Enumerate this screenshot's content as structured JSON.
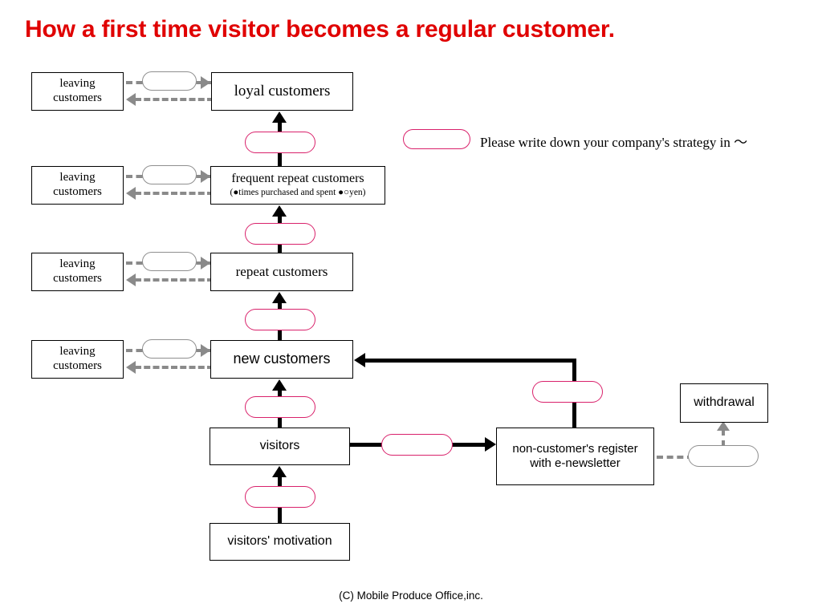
{
  "slide": {
    "title": "How a first time visitor becomes a regular customer.",
    "footer": "(C)  Mobile Produce Office,inc.",
    "title_color": "#e00000",
    "pill_pink_color": "#d9216b",
    "pill_gray_color": "#8f8f8f",
    "connector_gray_color": "#8a8a8a",
    "connector_black_color": "#000000"
  },
  "legend": {
    "swatch_name": "pink-rounded-placeholder",
    "text": "Please write down your company's strategy in 〜"
  },
  "leaving_boxes": [
    {
      "line1": "leaving",
      "line2": "customers"
    },
    {
      "line1": "leaving",
      "line2": "customers"
    },
    {
      "line1": "leaving",
      "line2": "customers"
    },
    {
      "line1": "leaving",
      "line2": "customers"
    }
  ],
  "main_stages": [
    {
      "id": "loyal-customers",
      "label": "loyal customers",
      "sub": ""
    },
    {
      "id": "frequent-repeat-customers",
      "label": "frequent repeat customers",
      "sub": "(●times purchased and spent ●○yen)"
    },
    {
      "id": "repeat-customers",
      "label": "repeat customers",
      "sub": ""
    },
    {
      "id": "new-customers",
      "label": "new customers",
      "sub": ""
    },
    {
      "id": "visitors",
      "label": "visitors",
      "sub": ""
    },
    {
      "id": "visitors-motivation",
      "label": "visitors' motivation",
      "sub": ""
    }
  ],
  "side_nodes": {
    "register": {
      "line1": "non-customer's register",
      "line2": "with e-newsletter"
    },
    "withdrawal": {
      "label": "withdrawal"
    }
  },
  "placeholders": {
    "pink_count": 7,
    "gray_count": 5,
    "note": "blank rounded boxes for writing strategy"
  }
}
